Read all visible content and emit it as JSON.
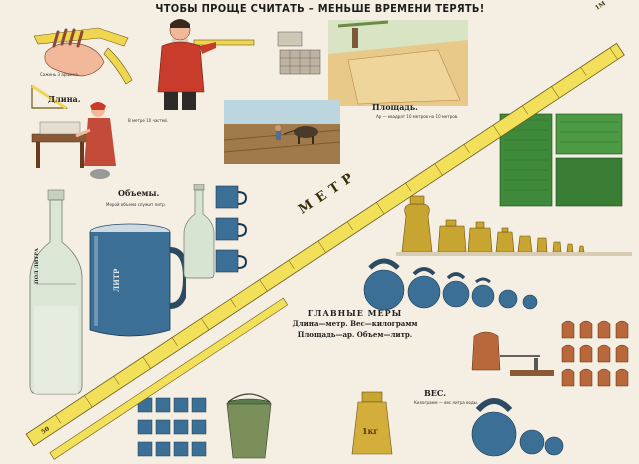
{
  "poster": {
    "title": "ЧТОБЫ ПРОЩЕ СЧИТАТЬ – МЕНЬШЕ ВРЕМЕНИ ТЕРЯТЬ!",
    "sections": {
      "length": "Длина.",
      "volume": "Объемы.",
      "area": "Площадь.",
      "weight": "ВЕС."
    },
    "main_measures": {
      "heading": "ГЛАВНЫЕ МЕРЫ",
      "line1": "Длина—метр.   Вес—килограмм",
      "line2": "Площадь—ар.   Объем—литр."
    },
    "ruler_label": "МЕТР",
    "ruler_end_number": "1М",
    "ruler_start_number": "50",
    "bottle_label": "ПОЛ ЛИТРА",
    "mug_label": "ЛИТР",
    "weight_label": "1кг",
    "captions": {
      "length_note": "В метре 10 частей.",
      "volume_note": "Мерой объема служит литр.",
      "area_note": "Ар — квадрат 10 метров на 10 метров.",
      "weight_note": "Килограмм — вес литра воды."
    },
    "colors": {
      "ruler": "#f2e05a",
      "ruler_edge": "#6b5a1a",
      "field_green": "#3f8a3a",
      "blue_weight": "#3b6f95",
      "brass": "#c8a431",
      "red_shirt": "#c93b2a",
      "sack": "#b8683a"
    }
  }
}
